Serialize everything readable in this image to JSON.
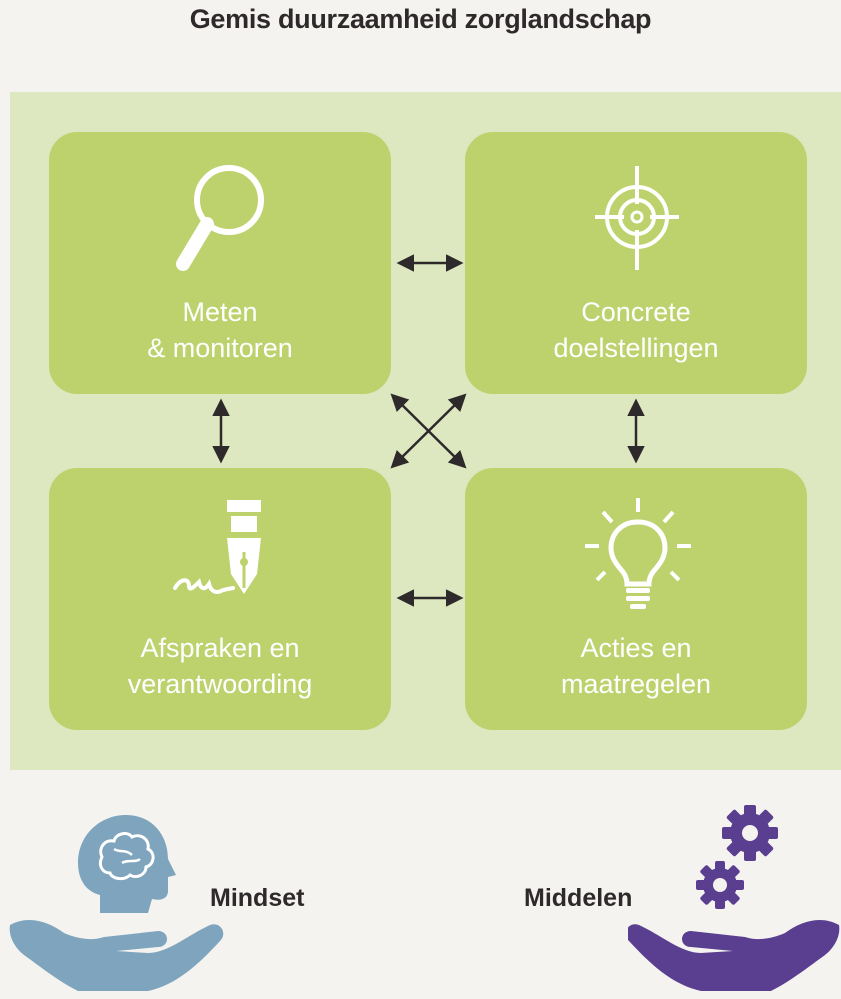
{
  "title": "Gemis duurzaamheid zorglandschap",
  "colors": {
    "background": "#f4f3ef",
    "panel": "#dde7c0",
    "box": "#bdd26d",
    "box_text": "#ffffff",
    "mindset": "#7ea5bd",
    "middelen": "#5a3e8f"
  },
  "boxes": [
    {
      "label": "Meten\n& monitoren",
      "icon": "magnifier-icon"
    },
    {
      "label": "Concrete\ndoelstellingen",
      "icon": "target-icon"
    },
    {
      "label": "Afspraken en\nverantwoording",
      "icon": "fountain-pen-icon"
    },
    {
      "label": "Acties en\nmaatregelen",
      "icon": "lightbulb-icon"
    }
  ],
  "footer": {
    "mindset": {
      "label": "Mindset",
      "icon": "head-on-hand-icon"
    },
    "middelen": {
      "label": "Middelen",
      "icon": "gears-on-hand-icon"
    }
  }
}
